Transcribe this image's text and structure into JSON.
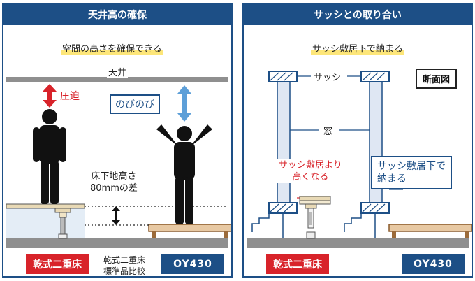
{
  "left_panel": {
    "title": "天井高の確保",
    "subtitle": "空間の高さを確保できる",
    "ceiling_label": "天井",
    "pressure_label": "圧迫",
    "relaxed_label": "のびのび",
    "difference_note": "床下地高さ\n80mmの差",
    "dry_floor_badge": "乾式二重床",
    "comparison_note": "乾式二重床\n標準品比較",
    "product_badge": "OY430"
  },
  "right_panel": {
    "title": "サッシとの取り合い",
    "subtitle": "サッシ敷居下で納まる",
    "sash_label": "サッシ",
    "window_label": "窓",
    "section_badge": "断面図",
    "raised_note": "サッシ敷居より\n高くなる",
    "fits_note": "サッシ敷居下で\n納まる",
    "dry_floor_badge": "乾式二重床",
    "product_badge": "OY430"
  },
  "colors": {
    "brand_blue": "#1d4f86",
    "accent_red": "#d8232a",
    "arrow_blue": "#5d9fd8",
    "floor_gray": "#8f8f8f",
    "subtitle_highlight": "#fde679",
    "floor_board": "#e8d9b5",
    "frame_fill": "#dfe7f3"
  },
  "icons": [
    "person-pressed-icon",
    "person-stretching-icon",
    "double-arrow-icon"
  ]
}
